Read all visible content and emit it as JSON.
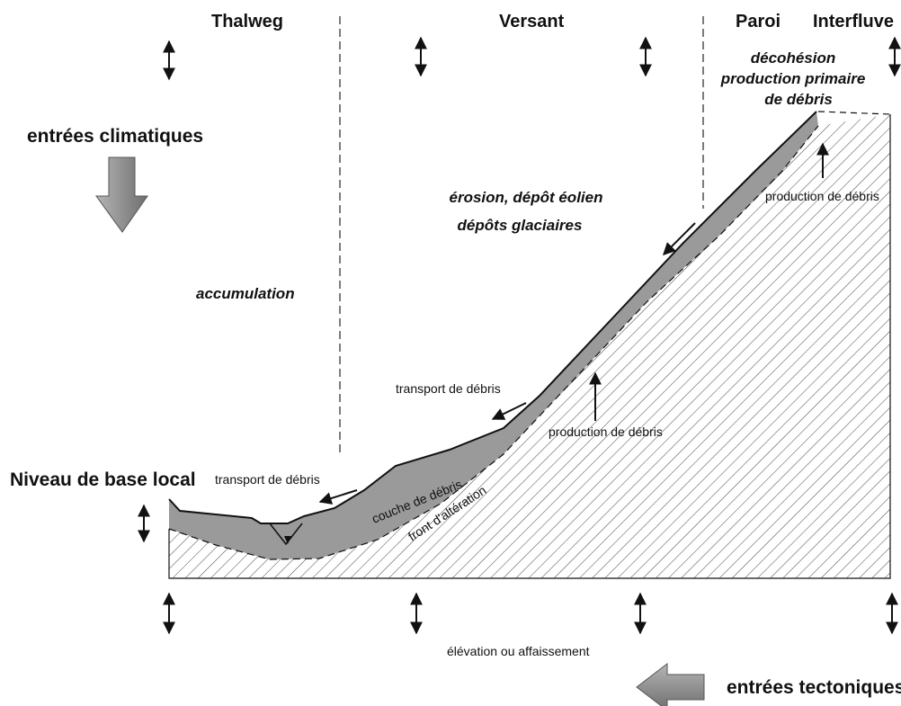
{
  "headers": {
    "thalweg": "Thalweg",
    "versant": "Versant",
    "paroi": "Paroi",
    "interfluve": "Interfluve"
  },
  "labels": {
    "decohesion_1": "décohésion",
    "decohesion_2": "production primaire",
    "decohesion_3": "de débris",
    "entrees_climatiques": "entrées climatiques",
    "erosion_1": "érosion, dépôt éolien",
    "erosion_2": "dépôts glaciaires",
    "accumulation": "accumulation",
    "production_top": "production de débris",
    "transport_mid": "transport de débris",
    "production_mid": "production de débris",
    "niveau_base": "Niveau de base local",
    "transport_low": "transport de débris",
    "couche": "couche de débris",
    "front": "front d'altération",
    "elevation": "élévation ou affaissement",
    "entrees_tectoniques": "entrées tectoniques"
  },
  "colors": {
    "debris_layer": "#9a9a9a",
    "bedrock_hatch": "#555555",
    "arrow_fill": "#8a8a8a",
    "line": "#111111"
  },
  "icons": {
    "vertical_arrows": "double-headed-arrow-icon",
    "climatic_input": "down-arrow-icon",
    "tectonic_input": "left-arrow-icon"
  }
}
